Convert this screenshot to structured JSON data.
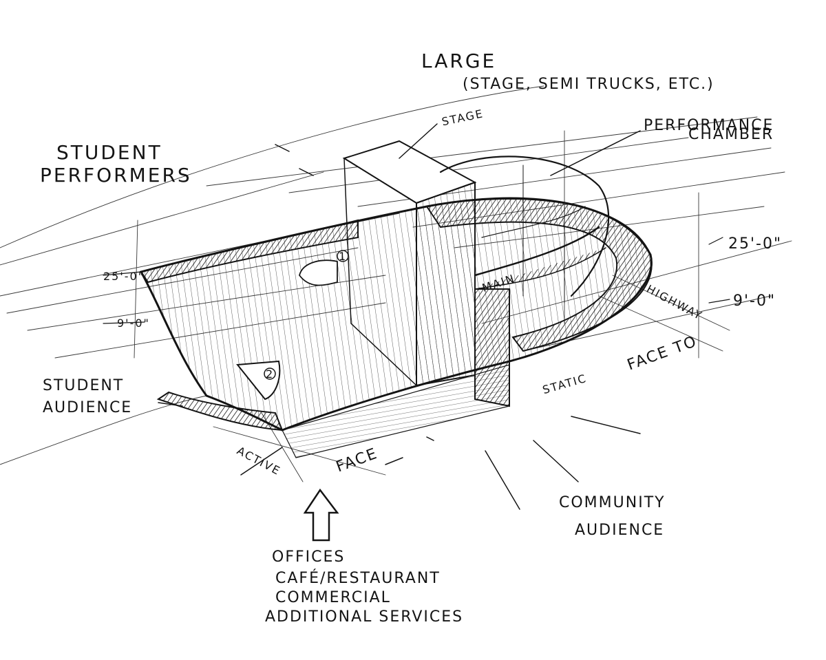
{
  "labels": {
    "large": "LARGE",
    "large_note": "(STAGE, SEMI TRUCKS, ETC.)",
    "stage": "STAGE",
    "performance_chamber_1": "PERFORMANCE",
    "performance_chamber_2": "CHAMBER",
    "student_performers_1": "STUDENT",
    "student_performers_2": "PERFORMERS",
    "dim_25_right": "25'-0\"",
    "dim_9_right": "9'-0\"",
    "dim_25_left": "25'-0\"",
    "dim_9_left": "9'-0\"",
    "highway": "HIGHWAY",
    "face_to": "FACE TO",
    "static": "STATIC",
    "student_audience_1": "STUDENT",
    "student_audience_2": "AUDIENCE",
    "active": "ACTIVE",
    "face": "FACE",
    "main": "MAIN",
    "marker_1": "1",
    "marker_2": "2",
    "community_audience_1": "COMMUNITY",
    "community_audience_2": "AUDIENCE",
    "services": [
      "OFFICES",
      "CAFÉ/RESTAURANT",
      "COMMERCIAL",
      "ADDITIONAL SERVICES"
    ]
  },
  "colors": {
    "ink": "#141414",
    "paper": "#ffffff"
  }
}
